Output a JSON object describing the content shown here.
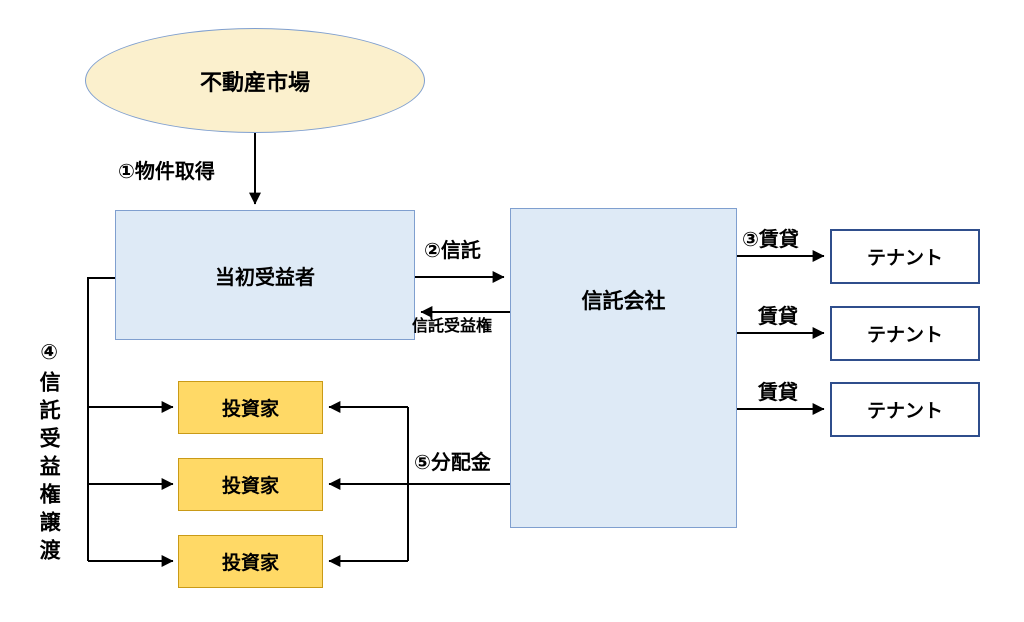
{
  "nodes": {
    "market": {
      "label": "不動産市場"
    },
    "initial_beneficiary": {
      "label": "当初受益者"
    },
    "trust_company": {
      "label": "信託会社"
    },
    "tenants": [
      {
        "label": "テナント"
      },
      {
        "label": "テナント"
      },
      {
        "label": "テナント"
      }
    ],
    "investors": [
      {
        "label": "投資家"
      },
      {
        "label": "投資家"
      },
      {
        "label": "投資家"
      }
    ]
  },
  "edges": {
    "acquisition": "①物件取得",
    "trust": "②信託",
    "trust_beneficiary_right": "信託受益権",
    "lease_1": "③賃貸",
    "lease_2": "賃貸",
    "lease_3": "賃貸",
    "transfer": "④信託受益権譲渡",
    "distribution": "⑤分配金"
  },
  "colors": {
    "market_fill": "#FBF0CD",
    "blue_box_fill": "#DEEAF6",
    "blue_box_border": "#7F9FCF",
    "tenant_fill": "#FFFFFF",
    "tenant_border": "#2F4E8C",
    "investor_fill": "#FFD966",
    "investor_border": "#C99A17",
    "line": "#000000"
  }
}
